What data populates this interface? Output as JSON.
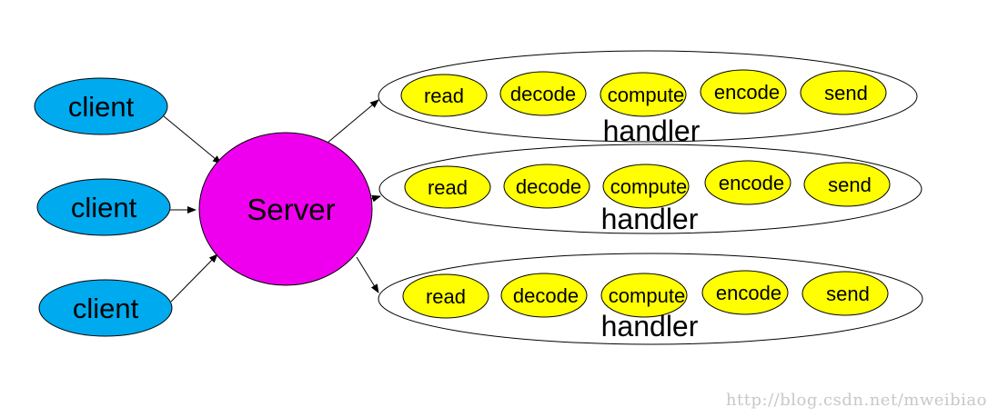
{
  "clients": [
    {
      "label": "client"
    },
    {
      "label": "client"
    },
    {
      "label": "client"
    }
  ],
  "server": {
    "label": "Server"
  },
  "handlers": [
    {
      "label": "handler",
      "stages": [
        "read",
        "decode",
        "compute",
        "encode",
        "send"
      ]
    },
    {
      "label": "handler",
      "stages": [
        "read",
        "decode",
        "compute",
        "encode",
        "send"
      ]
    },
    {
      "label": "handler",
      "stages": [
        "read",
        "decode",
        "compute",
        "encode",
        "send"
      ]
    }
  ],
  "watermark": "http://blog.csdn.net/mweibiao",
  "colors": {
    "client_fill": "#00aaee",
    "server_fill": "#ee00ee",
    "stage_fill": "#ffff00",
    "outline": "#000000"
  }
}
